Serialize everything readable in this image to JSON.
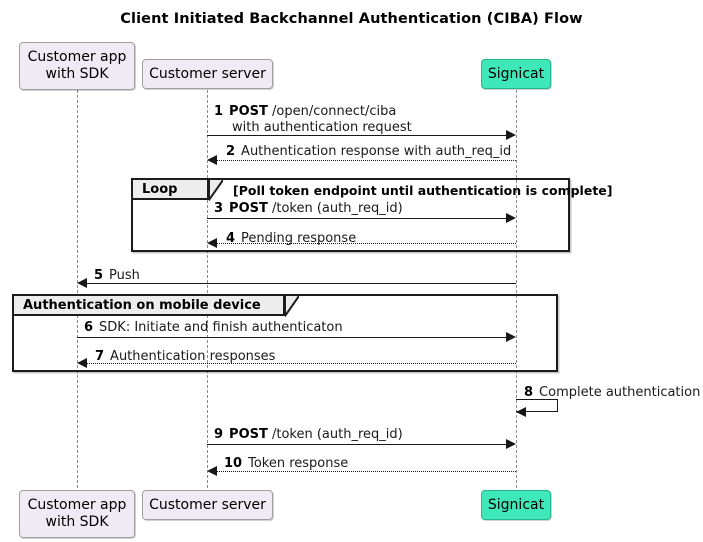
{
  "diagram": {
    "title": "Client Initiated Backchannel Authentication (CIBA) Flow",
    "type": "sequence-diagram",
    "colors": {
      "accent": "#3FE8B8",
      "participant_fill": "#EFEAF4",
      "participant_border": "#A0A0A0",
      "fragment_tab_fill": "#EDEDED",
      "line": "#181818",
      "lifeline": "#8A8A8A",
      "background": "#FFFFFF"
    },
    "participants": [
      {
        "id": "app",
        "label_line1": "Customer app",
        "label_line2": "with SDK",
        "accent": false
      },
      {
        "id": "server",
        "label_line1": "Customer server",
        "label_line2": "",
        "accent": false
      },
      {
        "id": "signicat",
        "label_line1": "Signicat",
        "label_line2": "",
        "accent": true
      }
    ],
    "messages": [
      {
        "seq": "1",
        "bold": "POST",
        "text": " /open/connect/ciba",
        "text2": "with authentication request",
        "from": "server",
        "to": "signicat",
        "style": "solid",
        "direction": "right"
      },
      {
        "seq": "2",
        "bold": "",
        "text": "Authentication response with auth_req_id",
        "text2": "",
        "from": "signicat",
        "to": "server",
        "style": "dotted",
        "direction": "left"
      },
      {
        "seq": "3",
        "bold": "POST",
        "text": " /token (auth_req_id)",
        "text2": "",
        "from": "server",
        "to": "signicat",
        "style": "solid",
        "direction": "right"
      },
      {
        "seq": "4",
        "bold": "",
        "text": "Pending response",
        "text2": "",
        "from": "signicat",
        "to": "server",
        "style": "dotted",
        "direction": "left"
      },
      {
        "seq": "5",
        "bold": "",
        "text": "Push",
        "text2": "",
        "from": "signicat",
        "to": "app",
        "style": "solid",
        "direction": "left"
      },
      {
        "seq": "6",
        "bold": "",
        "text": "SDK: Initiate and finish authenticaton",
        "text2": "",
        "from": "app",
        "to": "signicat",
        "style": "solid",
        "direction": "right"
      },
      {
        "seq": "7",
        "bold": "",
        "text": "Authentication responses",
        "text2": "",
        "from": "signicat",
        "to": "app",
        "style": "dotted",
        "direction": "left"
      },
      {
        "seq": "8",
        "bold": "",
        "text": "Complete authentication",
        "text2": "",
        "from": "signicat",
        "to": "signicat",
        "style": "self",
        "direction": "left"
      },
      {
        "seq": "9",
        "bold": "POST",
        "text": " /token (auth_req_id)",
        "text2": "",
        "from": "server",
        "to": "signicat",
        "style": "solid",
        "direction": "right"
      },
      {
        "seq": "10",
        "bold": "",
        "text": "Token response",
        "text2": "",
        "from": "signicat",
        "to": "server",
        "style": "dotted",
        "direction": "left"
      }
    ],
    "fragments": [
      {
        "id": "loop",
        "tab_label": "Loop",
        "guard": "[Poll token endpoint until authentication is complete]"
      },
      {
        "id": "group",
        "tab_label": "Authentication on mobile device",
        "guard": ""
      }
    ]
  }
}
